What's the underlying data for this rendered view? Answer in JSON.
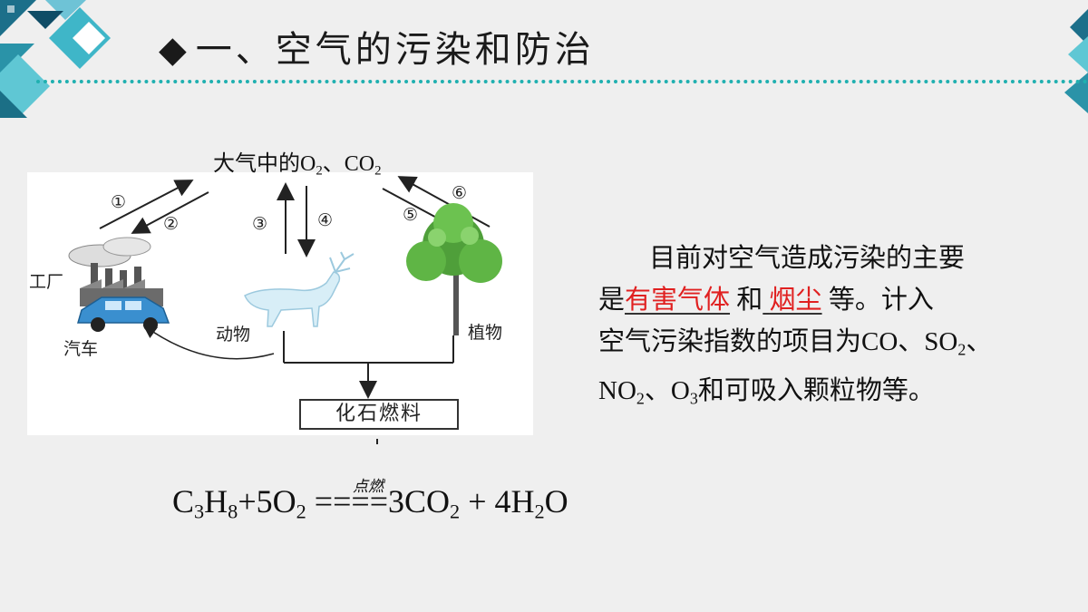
{
  "header": {
    "bullet": "◆",
    "title": "一、空气的污染和防治"
  },
  "diagram": {
    "top_label_prefix": "大气中的O",
    "top_label_sub1": "2",
    "top_label_mid": "、CO",
    "top_label_sub2": "2",
    "arrow_numbers": [
      "①",
      "②",
      "③",
      "④",
      "⑤",
      "⑥"
    ],
    "factory_label": "工厂",
    "car_label": "汽车",
    "animal_label": "动物",
    "plant_label": "植物",
    "fuel_label": "化石燃料"
  },
  "paragraph": {
    "line1": "目前对空气造成污染的主要",
    "line2_pre": "是",
    "blank1": "有害气体",
    "line2_and": " 和",
    "blank2_pad": "  ",
    "blank2": "烟尘",
    "line2_end": " 等。计入",
    "line3": "空气污染指数的项目为CO、SO",
    "line3_sub": "2",
    "line3_end": "、",
    "line4_a": "NO",
    "line4_sub1": "2",
    "line4_b": "、O",
    "line4_sub2": "3",
    "line4_c": "和可吸入颗粒物等。"
  },
  "equation": {
    "condition": "点燃",
    "lhs_c": "C",
    "lhs_c_sub": "3",
    "lhs_h": "H",
    "lhs_h_sub": "8",
    "lhs_o": "+5O",
    "lhs_o_sub": "2",
    "sign": " ====",
    "rhs_co2": "3CO",
    "rhs_co2_sub": "2",
    "rhs_h2o_a": " + 4H",
    "rhs_h2o_sub": "2",
    "rhs_h2o_b": "O"
  },
  "colors": {
    "accent_teal": "#20b0b0",
    "answer_red": "#e02020"
  }
}
